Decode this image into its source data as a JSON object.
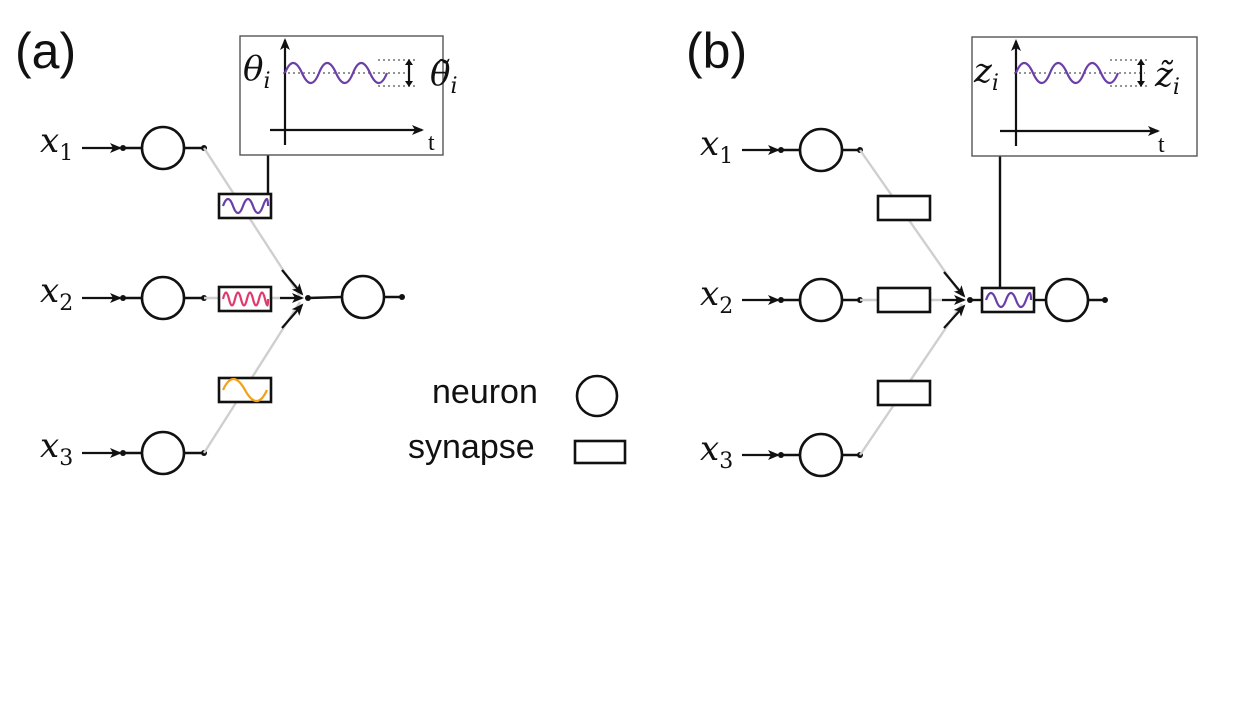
{
  "panels": [
    {
      "label": "(a)",
      "inputs": [
        {
          "var": "x",
          "sub": "1"
        },
        {
          "var": "x",
          "sub": "2"
        },
        {
          "var": "x",
          "sub": "3"
        }
      ],
      "inset": {
        "left_var": "θ",
        "left_sub": "i",
        "right_var": "θ̃",
        "right_sub": "i",
        "t_label": "t"
      }
    },
    {
      "label": "(b)",
      "inputs": [
        {
          "var": "x",
          "sub": "1"
        },
        {
          "var": "x",
          "sub": "2"
        },
        {
          "var": "x",
          "sub": "3"
        }
      ],
      "inset": {
        "left_var": "z",
        "left_sub": "i",
        "right_var": "z̃",
        "right_sub": "i",
        "t_label": "t"
      }
    }
  ],
  "legend": {
    "neuron": "neuron",
    "synapse": "synapse"
  },
  "colors": {
    "purple": "#6a3fa8",
    "pink": "#e0396b",
    "orange": "#f0a01a"
  }
}
